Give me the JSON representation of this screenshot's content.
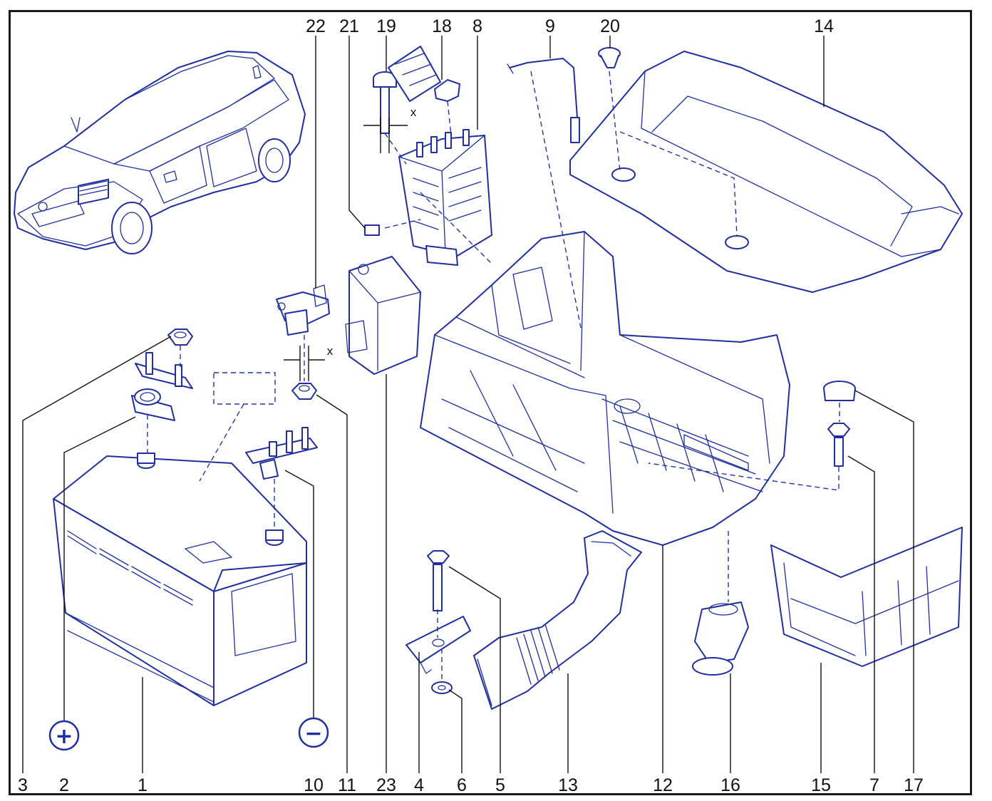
{
  "labels": {
    "l1": "1",
    "l2": "2",
    "l3": "3",
    "l4": "4",
    "l5": "5",
    "l6": "6",
    "l7": "7",
    "l8": "8",
    "l9": "9",
    "l10": "10",
    "l11": "11",
    "l12": "12",
    "l13": "13",
    "l14": "14",
    "l15": "15",
    "l16": "16",
    "l17": "17",
    "l18": "18",
    "l19": "19",
    "l20": "20",
    "l21": "21",
    "l22": "22",
    "l23": "23"
  },
  "dimension_marks": {
    "upper": "x",
    "lower": "x"
  },
  "terminal_symbols": {
    "positive": "+",
    "negative": "−"
  },
  "colors": {
    "line_art": "#1f2fa0",
    "labels": "#111111",
    "frame": "#1a1a1a"
  }
}
